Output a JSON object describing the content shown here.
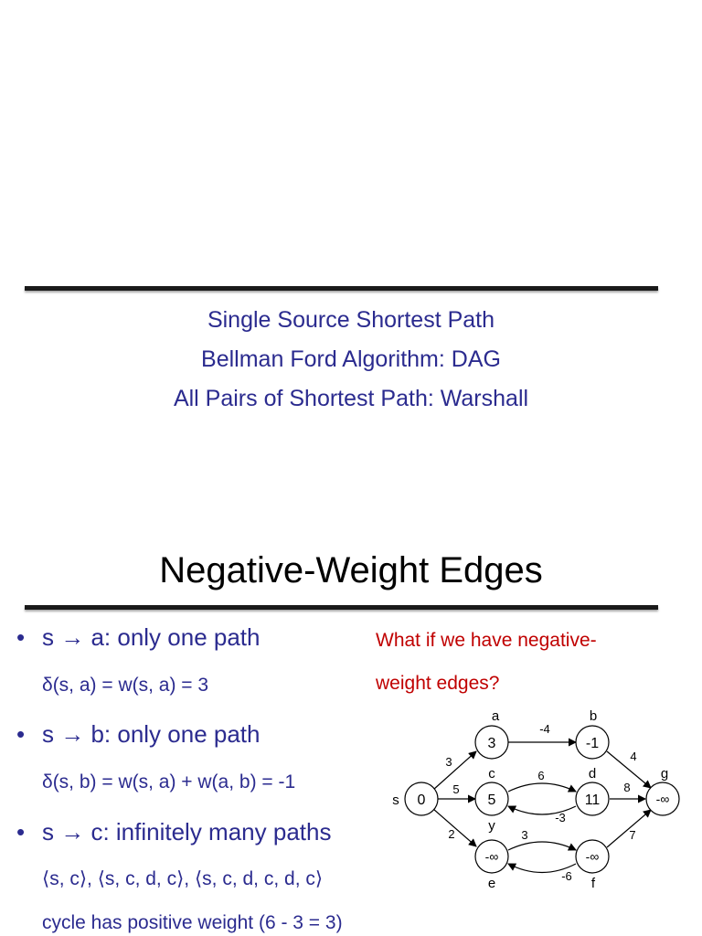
{
  "top_slide": {
    "lines": [
      "Single Source Shortest Path",
      "Bellman Ford Algorithm: DAG",
      "All Pairs of Shortest Path: Warshall"
    ]
  },
  "slide": {
    "title": "Negative-Weight Edges",
    "bullets": [
      {
        "marker": "•",
        "text": "s → a: only one path",
        "sub": "δ(s, a) = w(s, a) = 3"
      },
      {
        "marker": "•",
        "text": "s → b: only one path",
        "sub": "δ(s, b) = w(s, a) + w(a, b) = -1"
      },
      {
        "marker": "•",
        "text": "s → c: infinitely many paths",
        "sub": "⟨s, c⟩, ⟨s, c, d, c⟩, ⟨s, c, d, c, d, c⟩"
      }
    ],
    "footer_note": "cycle has positive weight (6 - 3 = 3)",
    "question": [
      "What if we have negative-",
      "weight edges?"
    ]
  },
  "graph": {
    "nodes": [
      {
        "id": "s",
        "label": "s",
        "value": "0"
      },
      {
        "id": "a",
        "label": "a",
        "value": "3"
      },
      {
        "id": "b",
        "label": "b",
        "value": "-1"
      },
      {
        "id": "c",
        "label": "c",
        "value": "5"
      },
      {
        "id": "d",
        "label": "d",
        "value": "11"
      },
      {
        "id": "e",
        "label": "e",
        "value": "-∞"
      },
      {
        "id": "f",
        "label": "f",
        "value": "-∞"
      },
      {
        "id": "g",
        "label": "g",
        "value": "-∞"
      },
      {
        "id": "y",
        "label": "y",
        "value": ""
      }
    ],
    "edges": [
      {
        "from": "s",
        "to": "a",
        "weight": "3"
      },
      {
        "from": "s",
        "to": "c",
        "weight": "5"
      },
      {
        "from": "s",
        "to": "e",
        "weight": "2"
      },
      {
        "from": "a",
        "to": "b",
        "weight": "-4"
      },
      {
        "from": "b",
        "to": "g",
        "weight": "4"
      },
      {
        "from": "c",
        "to": "d",
        "weight": "6"
      },
      {
        "from": "d",
        "to": "c",
        "weight": "-3"
      },
      {
        "from": "d",
        "to": "g",
        "weight": "8"
      },
      {
        "from": "e",
        "to": "f",
        "weight": "3"
      },
      {
        "from": "f",
        "to": "e",
        "weight": "-6"
      },
      {
        "from": "f",
        "to": "g",
        "weight": "7"
      }
    ]
  }
}
